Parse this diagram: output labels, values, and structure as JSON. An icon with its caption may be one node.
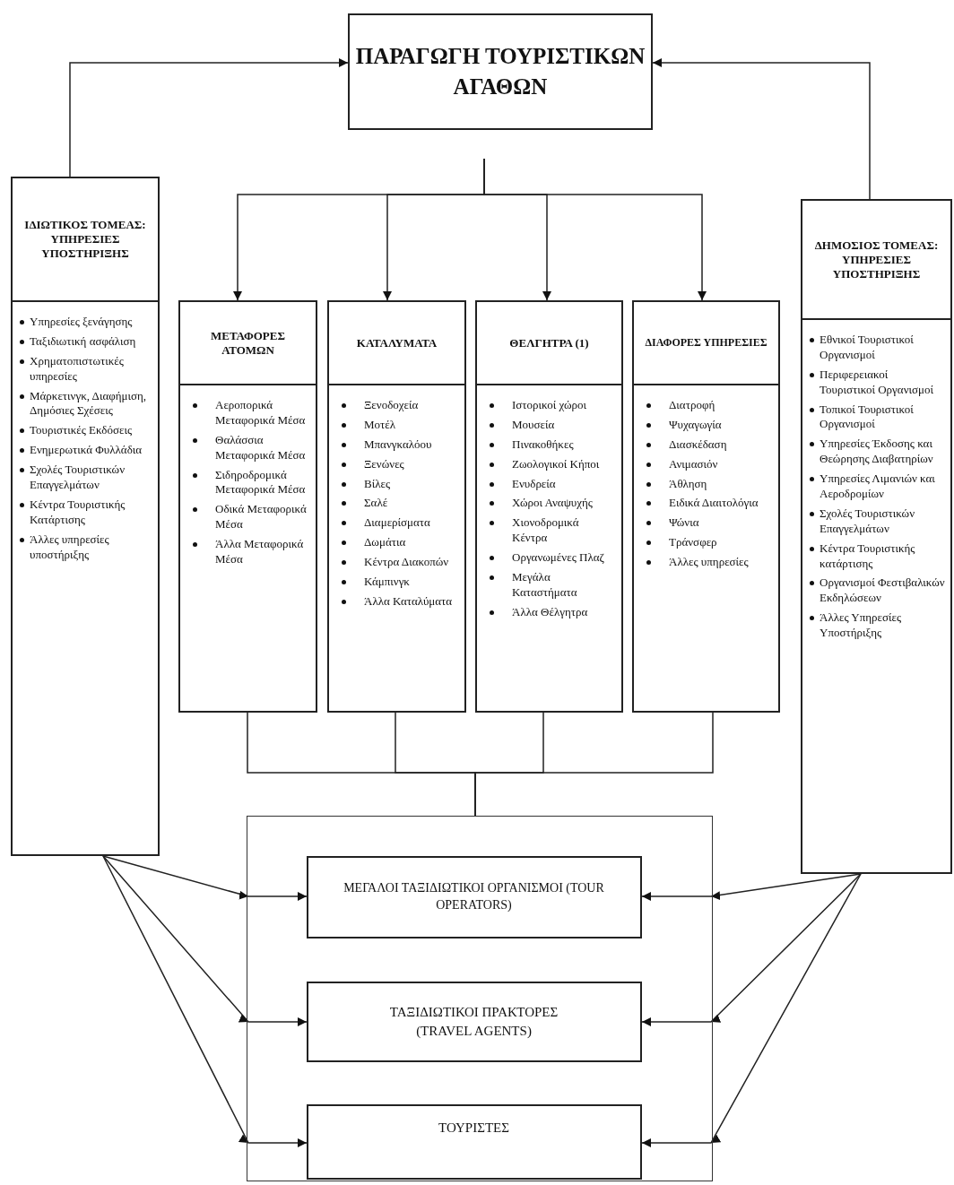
{
  "diagram": {
    "nodes": [
      {
        "text": [
          "ΠΑΡΑΓΩΓΗ ΤΟΥΡΙΣΤΙΚΩΝ ΑΓΑΘΩΝ"
        ]
      },
      {
        "text": [
          "ΙΔΙΩΤΙΚΟΣ ΤΟΜΕΑΣ: ΥΠΗΡΕΣΙΕΣ ΥΠΟΣΤΗΡΙΞΗΣ",
          "Υπηρεσίες ξενάγησης",
          "Ταξιδιωτική ασφάλιση",
          "Χρηματοπιστωτικές υπηρεσίες",
          "Μάρκετινγκ, Διαφήμιση, Δημόσιες Σχέσεις",
          "Τουριστικές Εκδόσεις",
          "Ενημερωτικά Φυλλάδια",
          "Σχολές Τουριστικών Επαγγελμάτων",
          "Κέντρα Τουριστικής Κατάρτισης",
          "Άλλες υπηρεσίες υποστήριξης"
        ]
      },
      {
        "text": [
          "ΜΕΤΑΦΟΡΕΣ ΑΤΟΜΩΝ",
          "Αεροπορικά Μεταφορικά Μέσα",
          "Θαλάσσια Μεταφορικά Μέσα",
          "Σιδηροδρομικά Μεταφορικά Μέσα",
          "Οδικά Μεταφορικά Μέσα",
          "Άλλα Μεταφορικά Μέσα"
        ]
      },
      {
        "text": [
          "ΚΑΤΑΛΥΜΑΤΑ",
          "Ξενοδοχεία",
          "Μοτέλ",
          "Μπανγκαλόου",
          "Ξενώνες",
          "Βίλες",
          "Σαλέ",
          "Διαμερίσματα",
          "Δωμάτια",
          "Κέντρα Διακοπών",
          "Κάμπινγκ",
          "Άλλα Καταλύματα"
        ]
      },
      {
        "text": [
          "ΘΕΛΓΗΤΡΑ (1)",
          "Ιστορικοί χώροι",
          "Μουσεία",
          "Πινακοθήκες",
          "Ζωολογικοί Κήποι",
          "Ενυδρεία",
          "Χώροι Αναψυχής",
          "Χιονοδρομικά Κέντρα",
          "Οργανωμένες Πλαζ",
          "Μεγάλα Καταστήματα",
          "Άλλα Θέλγητρα"
        ]
      },
      {
        "text": [
          "ΔΙΑΦΟΡΕΣ ΥΠΗΡΕΣΙΕΣ",
          "Διατροφή",
          "Ψυχαγωγία",
          "Διασκέδαση",
          "Ανιμασιόν",
          "Άθληση",
          "Ειδικά Διαιτολόγια",
          "Ψώνια",
          "Τράνσφερ",
          "Άλλες υπηρεσίες"
        ]
      },
      {
        "text": [
          "ΔΗΜΟΣΙΟΣ ΤΟΜΕΑΣ: ΥΠΗΡΕΣΙΕΣ ΥΠΟΣΤΗΡΙΞΗΣ",
          "Εθνικοί Τουριστικοί Οργανισμοί",
          "Περιφερειακοί Τουριστικοί Οργανισμοί",
          "Τοπικοί Τουριστικοί Οργανισμοί",
          "Υπηρεσίες Έκδοσης και Θεώρησης Διαβατηρίων",
          "Υπηρεσίες Λιμανιών και Αεροδρομίων",
          "Σχολές Τουριστικών Επαγγελμάτων",
          "Κέντρα Τουριστικής κατάρτισης",
          "Οργανισμοί Φεστιβαλικών Εκδηλώσεων",
          "Άλλες Υπηρεσίες Υποστήριξης"
        ]
      },
      {
        "text": [],
        "shape": "box"
      },
      {
        "text": [
          "ΜΕΓΑΛΟΙ ΤΑΞΙΔΙΩΤΙΚΟΙ ΟΡΓΑΝΙΣΜΟΙ (TOUR OPERATORS)"
        ],
        "in": 7
      },
      {
        "text": [
          "ΤΑΞΙΔΙΩΤΙΚΟΙ ΠΡΑΚΤΟΡΕΣ (TRAVEL AGENTS)"
        ],
        "in": 7
      },
      {
        "text": [
          "ΤΟΥΡΙΣΤΕΣ"
        ],
        "in": 7
      }
    ],
    "edges": [
      {
        "from": 1,
        "to": 0,
        "arrow": "to"
      },
      {
        "from": 6,
        "to": 0,
        "arrow": "to"
      },
      {
        "from": 0,
        "to": 2,
        "arrow": "to"
      },
      {
        "from": 0,
        "to": 3,
        "arrow": "to"
      },
      {
        "from": 0,
        "to": 4,
        "arrow": "to"
      },
      {
        "from": 0,
        "to": 5,
        "arrow": "to"
      },
      {
        "from": 2,
        "to": 7,
        "arrow": "none"
      },
      {
        "from": 3,
        "to": 7,
        "arrow": "none"
      },
      {
        "from": 4,
        "to": 7,
        "arrow": "none"
      },
      {
        "from": 5,
        "to": 7,
        "arrow": "none"
      },
      {
        "from": 1,
        "to": 8,
        "arrow": "to"
      },
      {
        "from": 1,
        "to": 9,
        "arrow": "to"
      },
      {
        "from": 1,
        "to": 10,
        "arrow": "to"
      },
      {
        "from": 6,
        "to": 8,
        "arrow": "to"
      },
      {
        "from": 6,
        "to": 9,
        "arrow": "to"
      },
      {
        "from": 6,
        "to": 10,
        "arrow": "to"
      }
    ]
  }
}
